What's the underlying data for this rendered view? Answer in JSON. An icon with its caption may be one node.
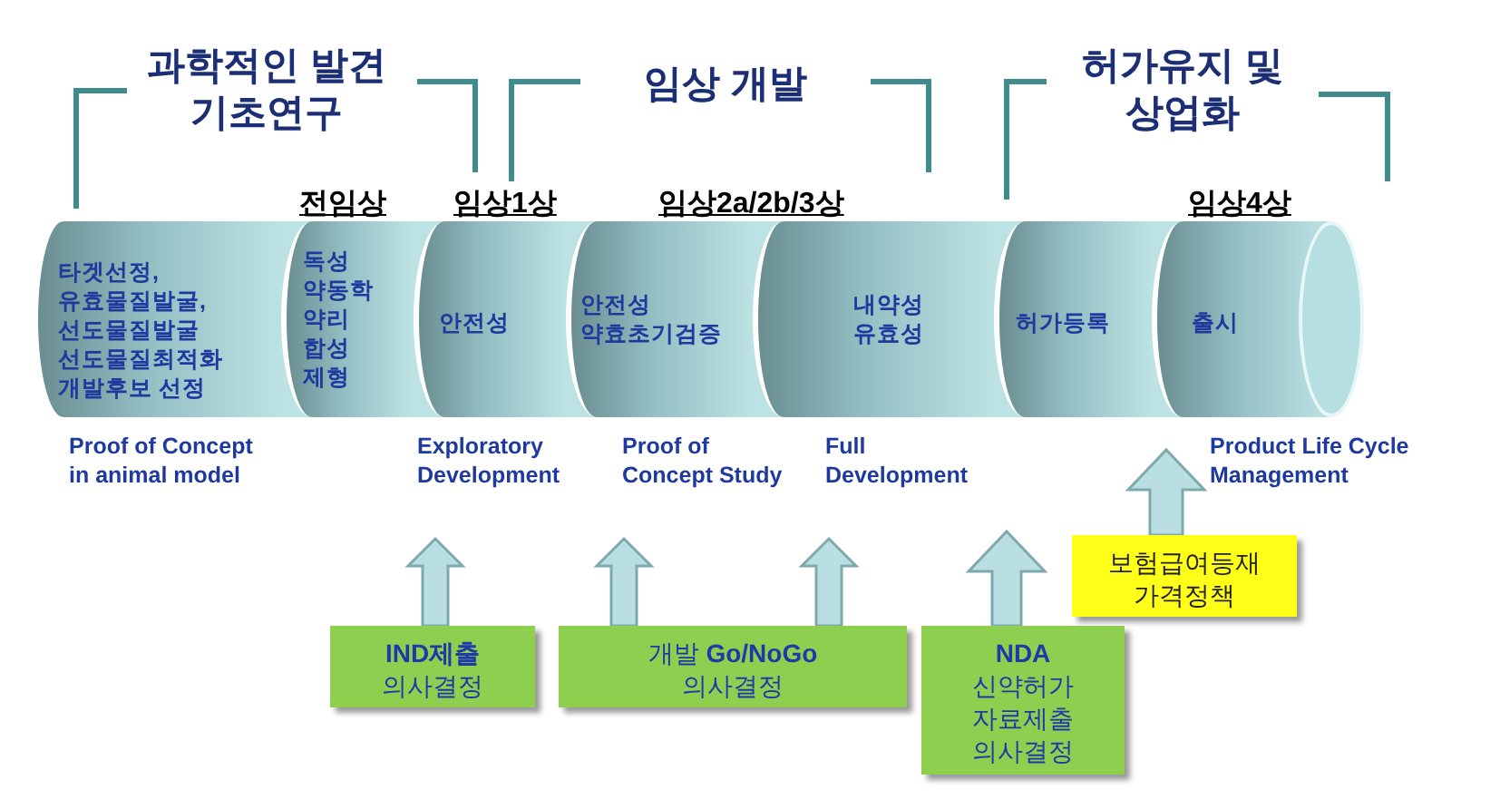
{
  "diagram": {
    "nodes": [
      {
        "text": [
          "타겟선정, 유효물질발굴, 선도물질발굴 선도물질최적화 개발후보 선정"
        ]
      },
      {
        "text": [
          "독성 약동학 약리 합성 제형"
        ]
      },
      {
        "text": [
          "안전성"
        ]
      },
      {
        "text": [
          "안전성 약효초기검증"
        ]
      },
      {
        "text": [
          "내약성 유효성"
        ]
      },
      {
        "text": [
          "허가등록"
        ]
      },
      {
        "text": [
          "출시"
        ]
      },
      {
        "text": [
          "**IND제출** 의사결정"
        ]
      },
      {
        "text": [
          "개발 **Go/NoGo** 의사결정"
        ]
      },
      {
        "text": [
          "**NDA** 신약허가 자료제출 의사결정"
        ]
      },
      {
        "text": [
          "보험급여등재 가격정책"
        ]
      }
    ],
    "edges": [
      {
        "from": 7,
        "to": null,
        "arrow": "to"
      },
      {
        "from": 8,
        "to": null,
        "arrow": "to"
      },
      {
        "from": 8,
        "to": null,
        "arrow": "to"
      },
      {
        "from": 9,
        "to": null,
        "arrow": "to"
      },
      {
        "from": 10,
        "to": null,
        "arrow": "to"
      }
    ],
    "labels": [
      "과학적인 발견 기초연구",
      "임상 개발",
      "허가유지 및 상업화",
      "전임상",
      "임상1상",
      "임상2a/2b/3상",
      "임상4상",
      "Proof of Concept in animal model",
      "Exploratory Development",
      "Proof of Concept Study",
      "Full Development",
      "Product Life Cycle Management"
    ]
  }
}
